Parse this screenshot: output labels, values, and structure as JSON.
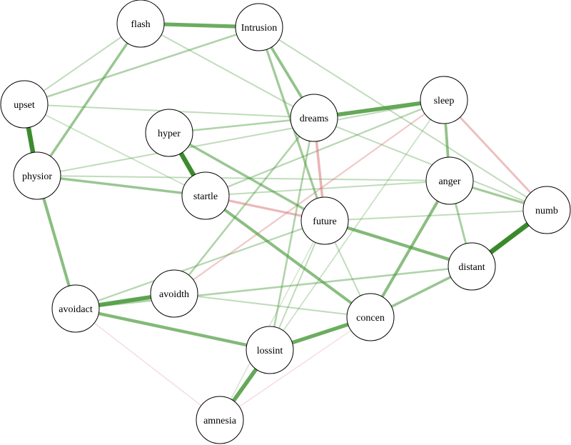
{
  "colors": {
    "positive": "#4a9a3c",
    "negative": "#d9777a",
    "node_fill": "#ffffff",
    "node_stroke": "#000000"
  },
  "nodes": [
    "flash",
    "Intrusion",
    "upset",
    "dreams",
    "sleep",
    "hyper",
    "physior",
    "startle",
    "anger",
    "numb",
    "future",
    "distant",
    "avoidact",
    "avoidth",
    "concen",
    "lossint",
    "amnesia"
  ],
  "edges": [
    {
      "from": "flash",
      "to": "Intrusion",
      "weight": 0.75,
      "sign": "+"
    },
    {
      "from": "upset",
      "to": "physior",
      "weight": 0.95,
      "sign": "+"
    },
    {
      "from": "hyper",
      "to": "startle",
      "weight": 0.95,
      "sign": "+"
    },
    {
      "from": "dreams",
      "to": "sleep",
      "weight": 0.8,
      "sign": "+"
    },
    {
      "from": "numb",
      "to": "distant",
      "weight": 1.0,
      "sign": "+"
    },
    {
      "from": "avoidact",
      "to": "avoidth",
      "weight": 0.85,
      "sign": "+"
    },
    {
      "from": "lossint",
      "to": "amnesia",
      "weight": 0.8,
      "sign": "+"
    },
    {
      "from": "lossint",
      "to": "concen",
      "weight": 0.75,
      "sign": "+"
    },
    {
      "from": "avoidact",
      "to": "lossint",
      "weight": 0.6,
      "sign": "+"
    },
    {
      "from": "future",
      "to": "distant",
      "weight": 0.6,
      "sign": "+"
    },
    {
      "from": "startle",
      "to": "concen",
      "weight": 0.55,
      "sign": "+"
    },
    {
      "from": "physior",
      "to": "avoidact",
      "weight": 0.55,
      "sign": "+"
    },
    {
      "from": "anger",
      "to": "concen",
      "weight": 0.55,
      "sign": "+"
    },
    {
      "from": "flash",
      "to": "physior",
      "weight": 0.45,
      "sign": "+"
    },
    {
      "from": "Intrusion",
      "to": "dreams",
      "weight": 0.5,
      "sign": "+"
    },
    {
      "from": "Intrusion",
      "to": "future",
      "weight": 0.4,
      "sign": "+"
    },
    {
      "from": "physior",
      "to": "startle",
      "weight": 0.45,
      "sign": "+"
    },
    {
      "from": "sleep",
      "to": "anger",
      "weight": 0.5,
      "sign": "+"
    },
    {
      "from": "hyper",
      "to": "future",
      "weight": 0.45,
      "sign": "+"
    },
    {
      "from": "anger",
      "to": "numb",
      "weight": 0.4,
      "sign": "+"
    },
    {
      "from": "concen",
      "to": "distant",
      "weight": 0.45,
      "sign": "+"
    },
    {
      "from": "anger",
      "to": "distant",
      "weight": 0.35,
      "sign": "+"
    },
    {
      "from": "dreams",
      "to": "future",
      "weight": 0.45,
      "sign": "-"
    },
    {
      "from": "startle",
      "to": "future",
      "weight": 0.4,
      "sign": "-"
    },
    {
      "from": "sleep",
      "to": "numb",
      "weight": 0.35,
      "sign": "-"
    },
    {
      "from": "sleep",
      "to": "avoidth",
      "weight": 0.25,
      "sign": "-"
    },
    {
      "from": "upset",
      "to": "Intrusion",
      "weight": 0.3,
      "sign": "+"
    },
    {
      "from": "upset",
      "to": "flash",
      "weight": 0.2,
      "sign": "+"
    },
    {
      "from": "upset",
      "to": "dreams",
      "weight": 0.2,
      "sign": "+"
    },
    {
      "from": "hyper",
      "to": "dreams",
      "weight": 0.3,
      "sign": "+"
    },
    {
      "from": "dreams",
      "to": "avoidth",
      "weight": 0.3,
      "sign": "+"
    },
    {
      "from": "dreams",
      "to": "lossint",
      "weight": 0.3,
      "sign": "+"
    },
    {
      "from": "physior",
      "to": "sleep",
      "weight": 0.2,
      "sign": "+"
    },
    {
      "from": "physior",
      "to": "anger",
      "weight": 0.2,
      "sign": "+"
    },
    {
      "from": "avoidact",
      "to": "distant",
      "weight": 0.3,
      "sign": "+"
    },
    {
      "from": "avoidth",
      "to": "concen",
      "weight": 0.2,
      "sign": "+"
    },
    {
      "from": "avoidact",
      "to": "future",
      "weight": 0.25,
      "sign": "+"
    },
    {
      "from": "lossint",
      "to": "future",
      "weight": 0.2,
      "sign": "+"
    },
    {
      "from": "Intrusion",
      "to": "numb",
      "weight": 0.2,
      "sign": "+"
    },
    {
      "from": "flash",
      "to": "dreams",
      "weight": 0.2,
      "sign": "+"
    },
    {
      "from": "future",
      "to": "numb",
      "weight": 0.2,
      "sign": "+"
    },
    {
      "from": "startle",
      "to": "sleep",
      "weight": 0.25,
      "sign": "+"
    },
    {
      "from": "startle",
      "to": "anger",
      "weight": 0.2,
      "sign": "+"
    },
    {
      "from": "future",
      "to": "concen",
      "weight": 0.2,
      "sign": "+"
    },
    {
      "from": "upset",
      "to": "startle",
      "weight": 0.15,
      "sign": "+"
    },
    {
      "from": "lossint",
      "to": "sleep",
      "weight": 0.15,
      "sign": "+"
    },
    {
      "from": "amnesia",
      "to": "concen",
      "weight": 0.1,
      "sign": "-"
    },
    {
      "from": "avoidact",
      "to": "amnesia",
      "weight": 0.1,
      "sign": "-"
    },
    {
      "from": "dreams",
      "to": "numb",
      "weight": 0.2,
      "sign": "+"
    },
    {
      "from": "amnesia",
      "to": "future",
      "weight": 0.1,
      "sign": "+"
    }
  ]
}
